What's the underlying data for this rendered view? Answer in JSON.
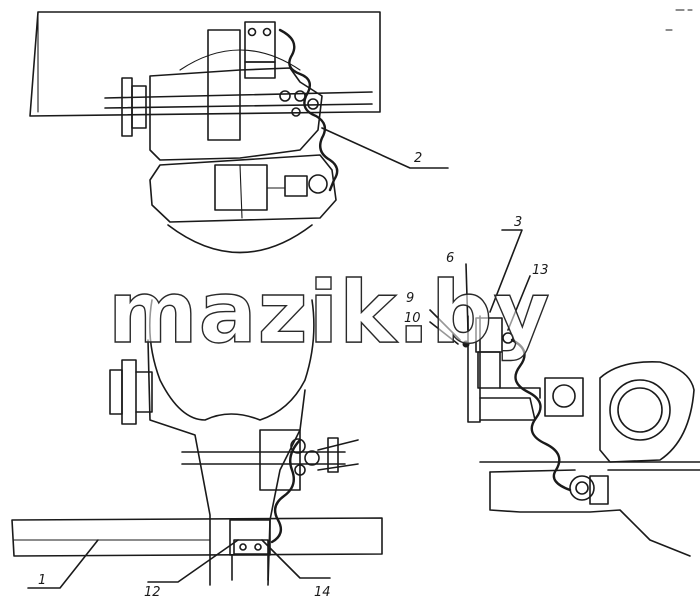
{
  "callouts": {
    "c1": "1",
    "c2": "2",
    "c3": "3",
    "c6": "6",
    "c9": "9",
    "c10": "10",
    "c12": "12",
    "c13": "13",
    "c14": "14"
  },
  "watermark": "mazik.by"
}
